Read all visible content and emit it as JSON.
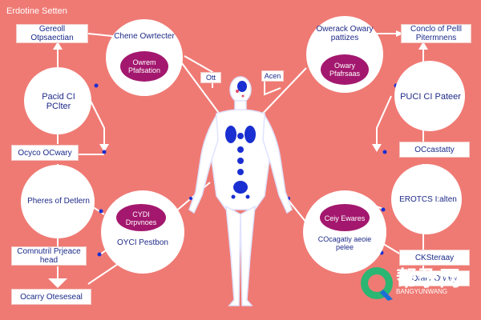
{
  "palette": {
    "background": "#ef7a74",
    "node_fill": "#ffffff",
    "oval_fill": "#a3186e",
    "text_blue": "#1f2a88",
    "organ_blue": "#1a2fd1",
    "connector": "#ffffff"
  },
  "corner_title": "Erdotine Setten",
  "nodes": {
    "top_left_circle": "Chene Owrtecter",
    "top_left_oval": "Owrem Pfafsation",
    "top_right_circle": "Owerack Owary pattizes",
    "top_right_oval": "Owary Pfafrsaas",
    "mid_left_circle": "Pacid CI PClter",
    "mid_right_circle": "PUCI CI Pateer",
    "bottom_left_circle": "Pheres of Detlern",
    "bottom_left_lower_circle": "OYCI Pestbon",
    "bottom_left_oval": "CYDI Drpvnoes",
    "bottom_right_circle": "EROTCS I:alten",
    "bottom_right_lower_circle": "COcagatiy aeoie pelee",
    "bottom_right_oval": "Ceiy Ewares"
  },
  "labels": {
    "top_left_box": "Gereoll Otpsaectian",
    "top_right_box": "Conclo of Pelll Pitermnens",
    "left_box_1": "Ocyco OCwary",
    "left_box_2": "Comnutril Prjeace head",
    "left_box_3": "Ocarry Oteseseal",
    "right_box_1": "OCcastatty",
    "right_box_2": "CKSteraay",
    "right_box_3": "Orary Owary",
    "center_tag_left": "Ott",
    "center_tag_right": "Acen"
  },
  "watermark": {
    "title": "帮孕网",
    "subtitle": "BANGYUNWANG"
  }
}
